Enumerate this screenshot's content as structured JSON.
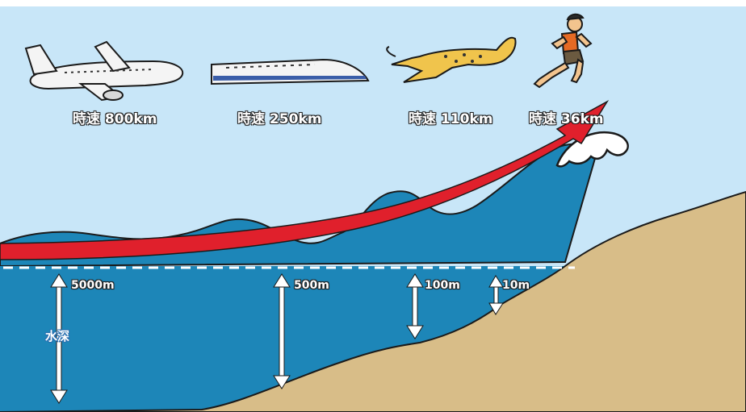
{
  "speeds": {
    "airplane": "時速 800km",
    "train": "時速 250km",
    "cheetah": "時速 110km",
    "runner": "時速 36km"
  },
  "depths": {
    "d5000": "5000m",
    "d500": "500m",
    "d100": "100m",
    "d10": "10m",
    "water_depth_label": "水深"
  },
  "colors": {
    "sky": "#c8e6f8",
    "sea": "#1d86b8",
    "sea_dark": "#1670a0",
    "seabed": "#d8bd88",
    "arrow_red": "#e0202c",
    "arrow_white": "#ffffff"
  },
  "icons": [
    "airplane-icon",
    "bullet-train-icon",
    "cheetah-icon",
    "runner-icon"
  ]
}
